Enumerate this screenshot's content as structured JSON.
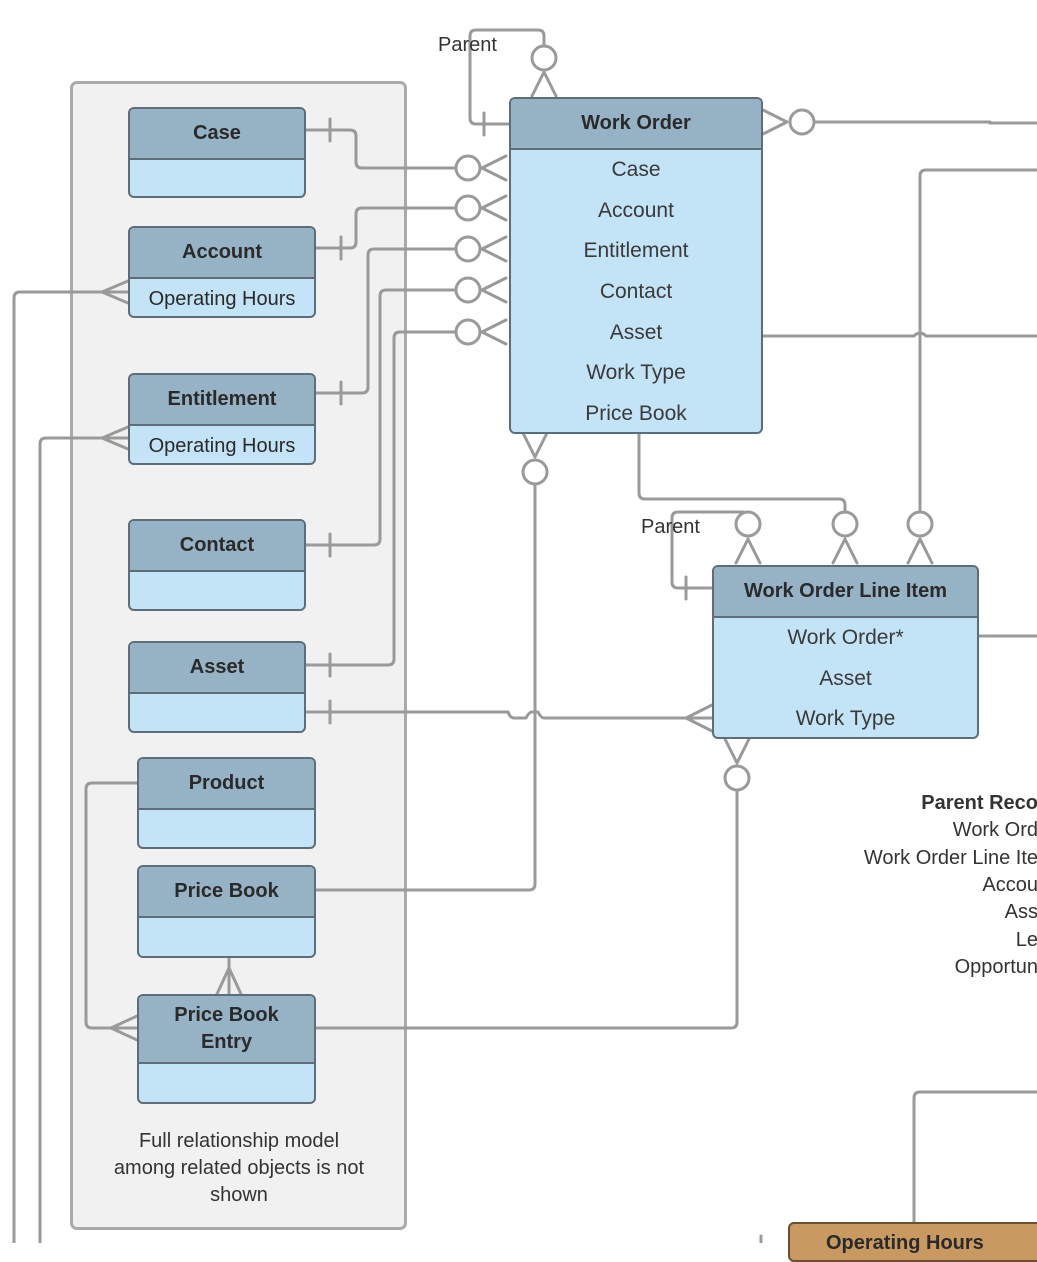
{
  "entities": {
    "case": {
      "title": "Case"
    },
    "account": {
      "title": "Account",
      "subtitle": "Operating Hours"
    },
    "entitlement": {
      "title": "Entitlement",
      "subtitle": "Operating Hours"
    },
    "contact": {
      "title": "Contact"
    },
    "asset": {
      "title": "Asset"
    },
    "product": {
      "title": "Product"
    },
    "price_book": {
      "title": "Price Book"
    },
    "price_book_entry": {
      "title": "Price Book Entry"
    },
    "work_order": {
      "title": "Work Order",
      "fields": [
        "Case",
        "Account",
        "Entitlement",
        "Contact",
        "Asset",
        "Work Type",
        "Price Book"
      ]
    },
    "work_order_line_item": {
      "title": "Work Order Line Item",
      "fields": [
        "Work Order*",
        "Asset",
        "Work Type"
      ]
    },
    "operating_hours": {
      "title": "Operating Hours"
    }
  },
  "labels": {
    "parent_work_order": "Parent",
    "parent_line_item": "Parent"
  },
  "note": "Full relationship model among related objects is not shown",
  "legend": {
    "title": "Parent Reco",
    "items": [
      "Work Ord",
      "Work Order Line Ite",
      "Accou",
      "Ass",
      "Le",
      "Opportun"
    ]
  }
}
